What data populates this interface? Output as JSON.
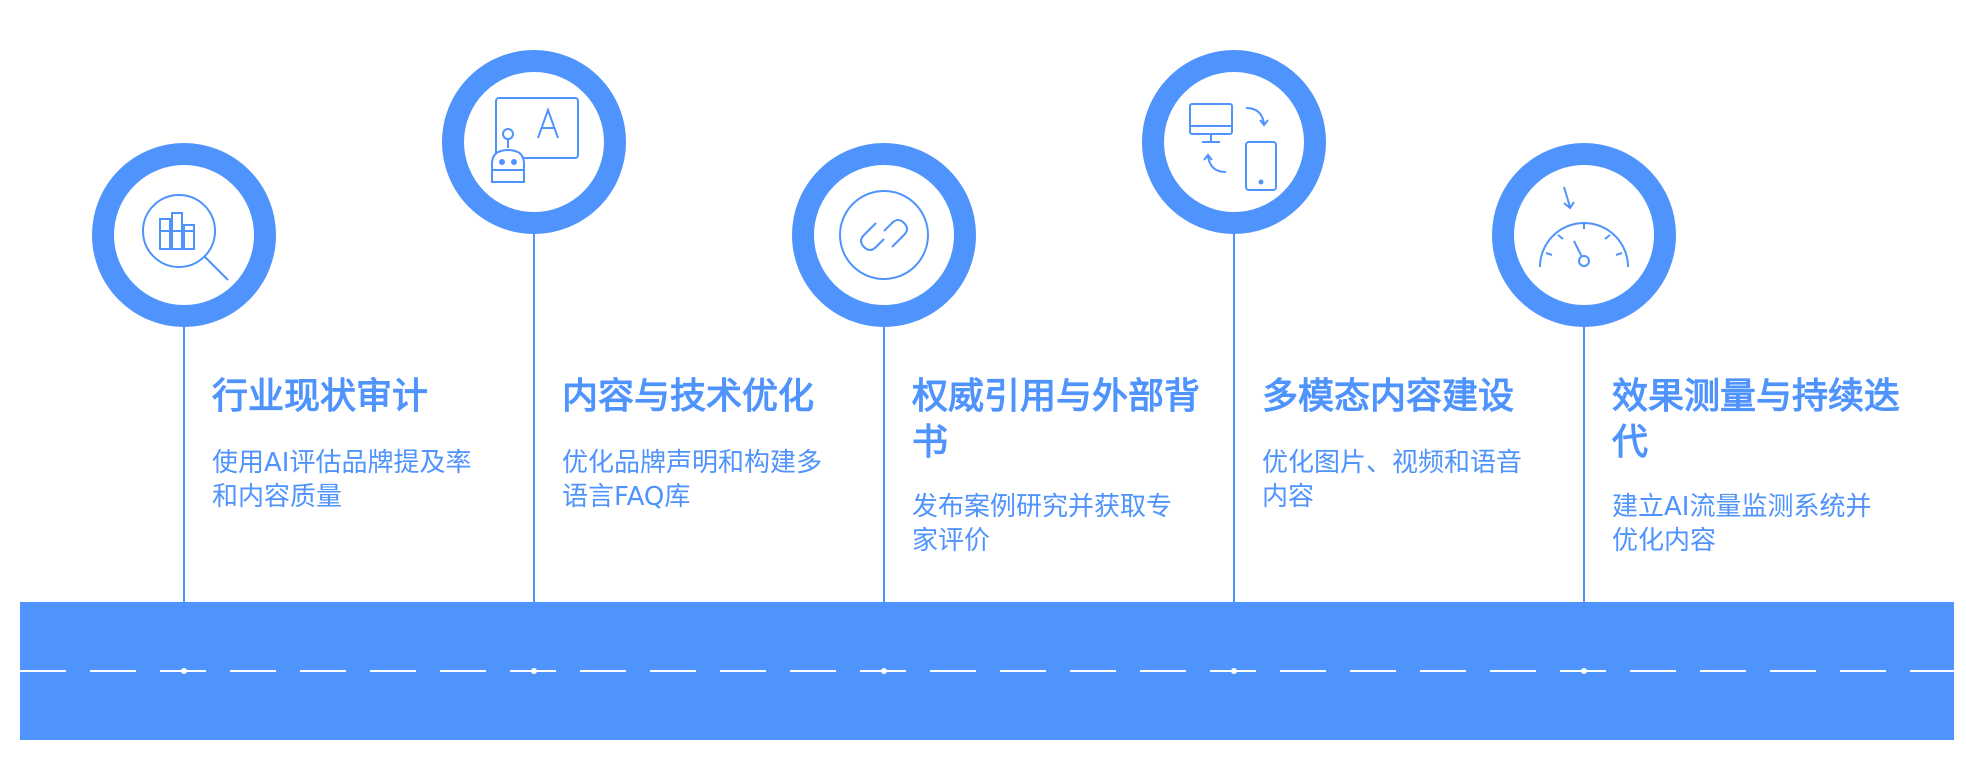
{
  "steps": [
    {
      "title": "行业现状审计",
      "desc": "使用AI评估品牌提及率和内容质量",
      "icon": "magnify-chart-icon"
    },
    {
      "title": "内容与技术优化",
      "desc": "优化品牌声明和构建多语言FAQ库",
      "icon": "robot-board-icon"
    },
    {
      "title": "权威引用与外部背书",
      "desc": "发布案例研究并获取专家评价",
      "icon": "link-circle-icon"
    },
    {
      "title": "多模态内容建设",
      "desc": "优化图片、视频和语音内容",
      "icon": "devices-sync-icon"
    },
    {
      "title": "效果测量与持续迭代",
      "desc": "建立AI流量监测系统并优化内容",
      "icon": "gauge-icon"
    }
  ],
  "colors": {
    "accent": "#4f93fd",
    "background": "#ffffff"
  }
}
